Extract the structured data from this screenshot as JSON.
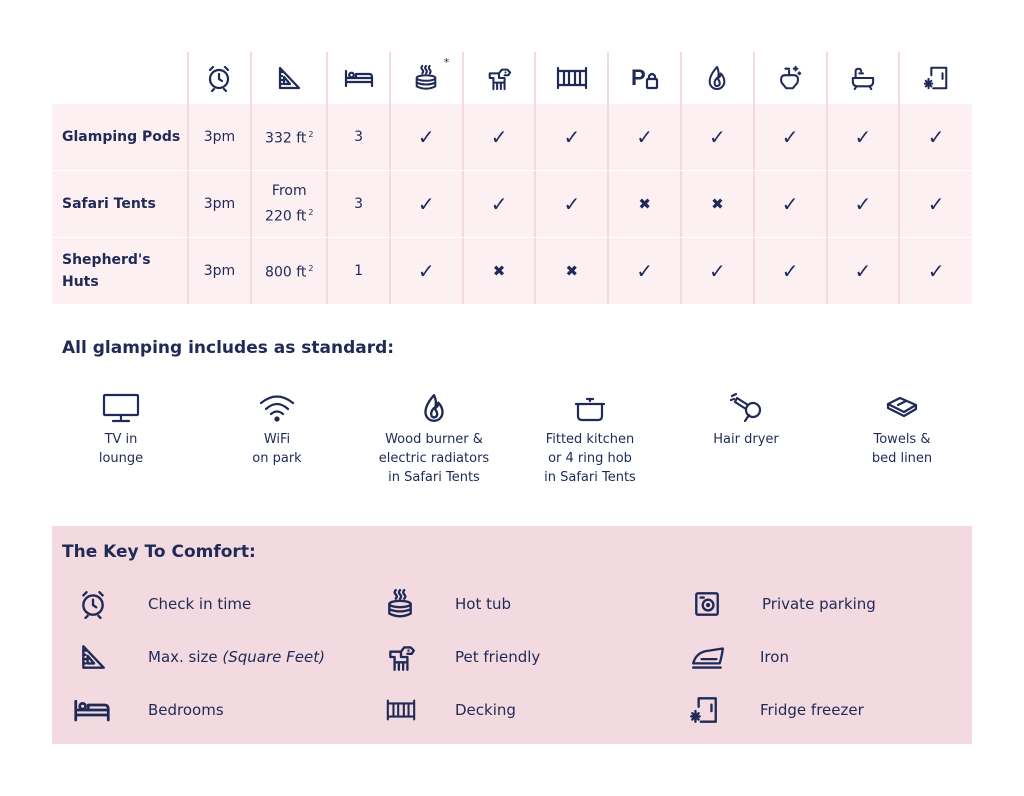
{
  "table": {
    "header_icons": [
      "alarm-clock-icon",
      "set-square-icon",
      "bed-icon",
      "hot-tub-icon",
      "dog-icon",
      "decking-icon",
      "private-parking-icon",
      "fire-icon",
      "iron-icon",
      "bath-icon",
      "fridge-freezer-icon"
    ],
    "hot_tub_note": "*",
    "rows": [
      {
        "name": "Glamping Pods",
        "checkin": "3pm",
        "size_line1": "",
        "size_line2": "332 ft",
        "size_sup": "2",
        "bedrooms": "3",
        "marks": [
          "✓",
          "✓",
          "✓",
          "✓",
          "✓",
          "✓",
          "✓",
          "✓"
        ]
      },
      {
        "name": "Safari Tents",
        "checkin": "3pm",
        "size_line1": "From",
        "size_line2": "220 ft",
        "size_sup": "2",
        "bedrooms": "3",
        "marks": [
          "✓",
          "✓",
          "✓",
          "✖",
          "✖",
          "✓",
          "✓",
          "✓"
        ]
      },
      {
        "name": "Shepherd's Huts",
        "checkin": "3pm",
        "size_line1": "",
        "size_line2": "800 ft",
        "size_sup": "2",
        "bedrooms": "1",
        "marks": [
          "✓",
          "✖",
          "✖",
          "✓",
          "✓",
          "✓",
          "✓",
          "✓"
        ]
      }
    ]
  },
  "standard": {
    "title": "All glamping includes as standard:",
    "items": [
      {
        "icon": "tv-icon",
        "line1": "TV in",
        "line2": "lounge",
        "line3": ""
      },
      {
        "icon": "wifi-icon",
        "line1": "WiFi",
        "line2": "on park",
        "line3": ""
      },
      {
        "icon": "fire-icon",
        "line1": "Wood burner &",
        "line2": "electric radiators",
        "line3": "in Safari Tents"
      },
      {
        "icon": "pot-icon",
        "line1": "Fitted kitchen",
        "line2": "or 4 ring hob",
        "line3": "in Safari Tents"
      },
      {
        "icon": "hair-dryer-icon",
        "line1": "Hair dryer",
        "line2": "",
        "line3": ""
      },
      {
        "icon": "towels-icon",
        "line1": "Towels &",
        "line2": "bed linen",
        "line3": ""
      }
    ]
  },
  "key": {
    "title": "The Key To Comfort:",
    "items": [
      {
        "icon": "alarm-clock-icon",
        "label": "Check in time",
        "note": ""
      },
      {
        "icon": "set-square-icon",
        "label": "Max. size ",
        "note": "(Square Feet)"
      },
      {
        "icon": "bed-icon",
        "label": "Bedrooms",
        "note": ""
      },
      {
        "icon": "hot-tub-icon",
        "label": "Hot tub",
        "note": ""
      },
      {
        "icon": "dog-icon",
        "label": "Pet friendly",
        "note": ""
      },
      {
        "icon": "decking-icon",
        "label": "Decking",
        "note": ""
      },
      {
        "icon": "private-parking-icon",
        "label": "Private parking",
        "note": ""
      },
      {
        "icon": "iron-icon",
        "label": "Iron",
        "note": ""
      },
      {
        "icon": "fridge-freezer-icon",
        "label": "Fridge freezer",
        "note": ""
      }
    ]
  },
  "colors": {
    "navy": "#1f2a57",
    "row_bg": "#fcf0f3",
    "divider": "#f3d9e0",
    "key_bg": "#f3d9e0"
  }
}
